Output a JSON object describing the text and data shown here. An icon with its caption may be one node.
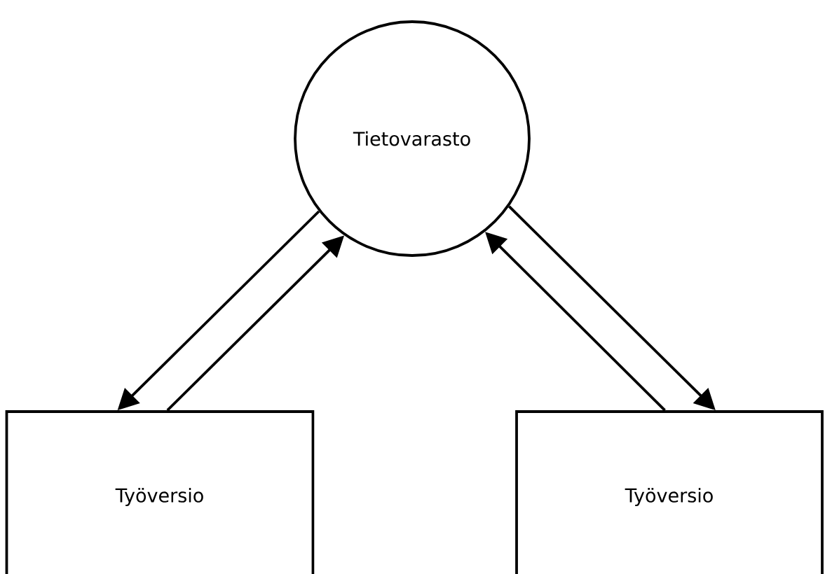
{
  "diagram": {
    "nodes": [
      {
        "text": [
          "Tietovarasto"
        ]
      },
      {
        "text": [
          "Työversio"
        ]
      },
      {
        "text": [
          "Työversio"
        ]
      }
    ],
    "edges": [
      {
        "from": 0,
        "to": 1,
        "arrow": "to"
      },
      {
        "from": 1,
        "to": 0,
        "arrow": "to"
      },
      {
        "from": 0,
        "to": 2,
        "arrow": "to"
      },
      {
        "from": 2,
        "to": 0,
        "arrow": "to"
      }
    ]
  }
}
